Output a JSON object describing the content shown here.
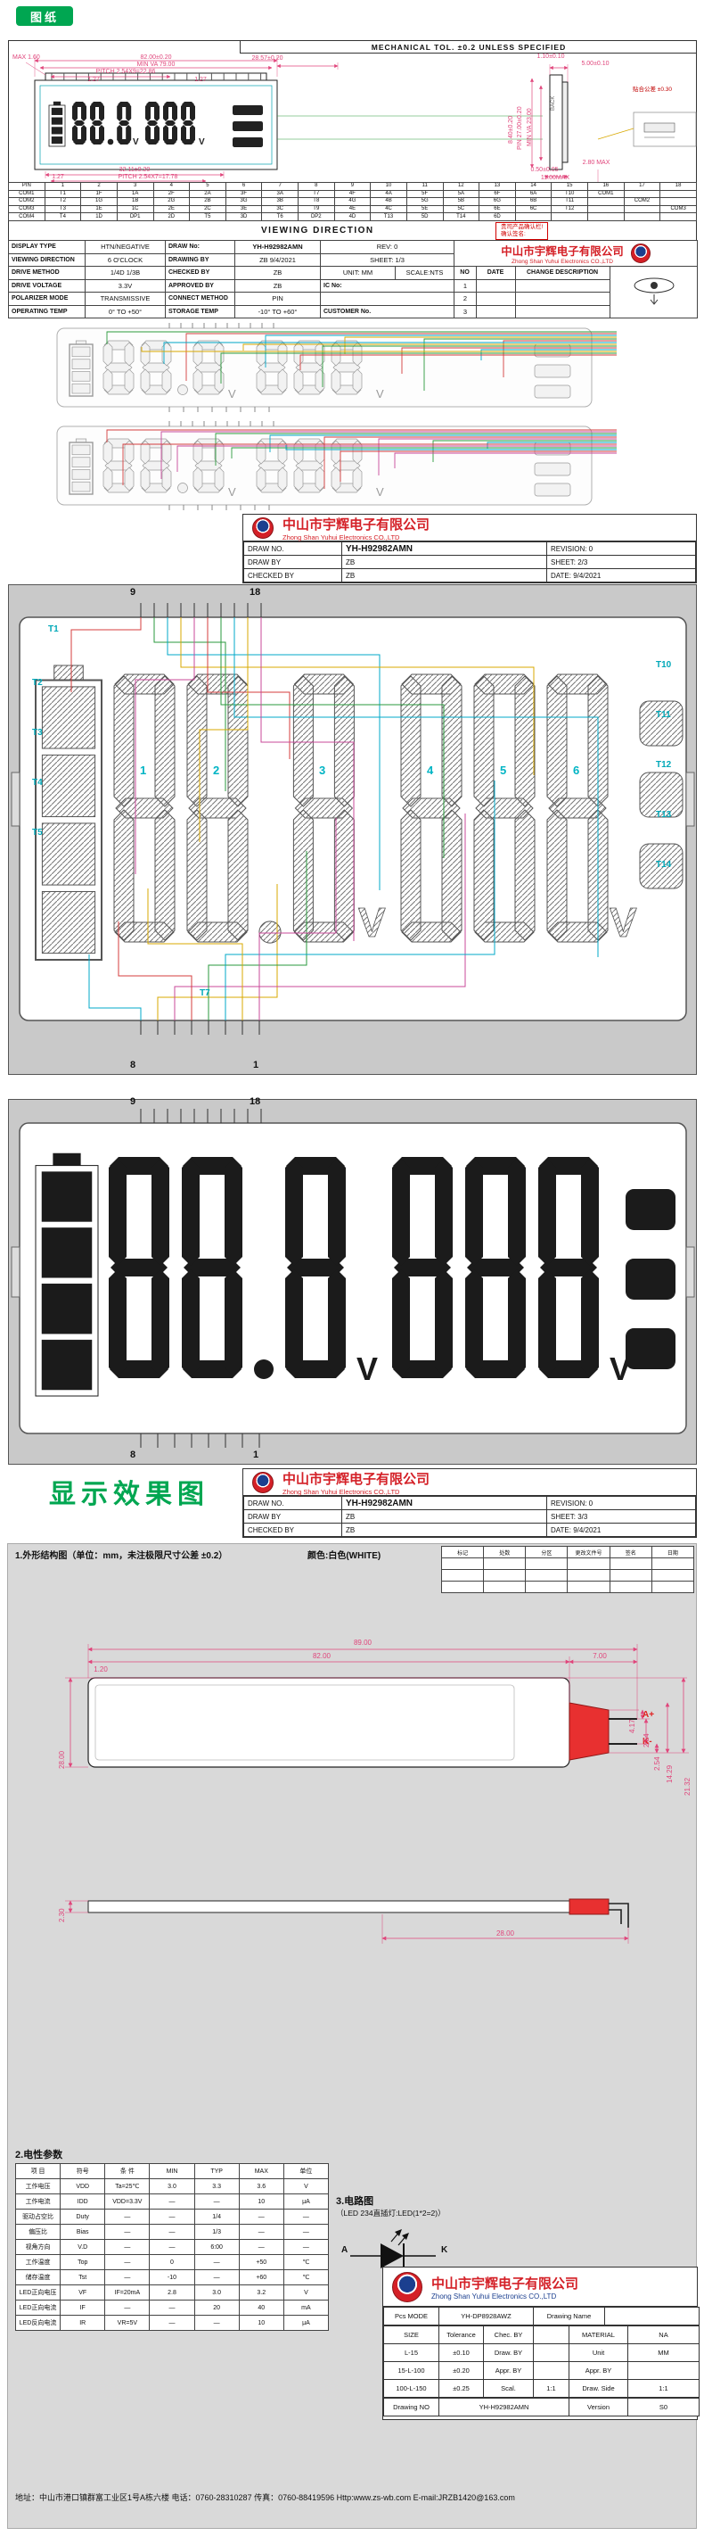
{
  "page": {
    "badge": "图纸",
    "address_line": "地址：中山市港口镇群富工业区1号A栋六楼  电话：0760-28310287  传真：0760-88419596  Http:www.zs-wb.com  E-mail:JRZB1420@163.com"
  },
  "company": {
    "name_cn": "中山市宇辉电子有限公司",
    "name_en": "Zhong Shan Yuhui Electronics  CO.,LTD"
  },
  "sheet1": {
    "tol_header": "MECHANICAL TOL. ±0.2 UNLESS SPECIFIED",
    "viewing_direction": "VIEWING DIRECTION",
    "confirm_line1": "贵司产品确认栏!",
    "confirm_line2": "确认签名:",
    "dims": {
      "front_width": "82.00±0.20",
      "front_va_width": "MIN VA 79.00",
      "pitch_top": "PITCH 2.54X9=22.86",
      "right_offset": "28.57±0.20",
      "pin_pitch_a": "1.27",
      "pin_pitch_b": "1.27",
      "max_160": "MAX 1.60",
      "bottom_width": "32.11±0.20",
      "bottom_offset": "1.27",
      "pitch_bottom": "PITCH 2.54X7=17.78",
      "side_d1": "1.10±0.10",
      "side_d2": "5.00±0.10",
      "side_h1": "PIN 27.00±0.20",
      "side_h2": "MIN VA 23.00",
      "side_h3": "8.40±0.20",
      "side_b1": "0.50±0.05",
      "side_b2": "2.80 MAX",
      "side_b3": "11.00MAX",
      "note": "贴合公差 ±0.30",
      "back_label": "BACK"
    },
    "pin_table": {
      "header": [
        "PIN",
        "1",
        "2",
        "3",
        "4",
        "5",
        "6",
        "7",
        "8",
        "9",
        "10",
        "11",
        "12",
        "13",
        "14",
        "15",
        "16",
        "17",
        "18"
      ],
      "rows": [
        {
          "label": "COM1",
          "cells": [
            "T1",
            "1F",
            "1A",
            "2F",
            "2A",
            "3F",
            "3A",
            "T7",
            "4F",
            "4A",
            "5F",
            "5A",
            "6F",
            "6A",
            "T10",
            "COM1",
            "",
            ""
          ]
        },
        {
          "label": "COM2",
          "cells": [
            "T2",
            "1G",
            "1B",
            "2G",
            "2B",
            "3G",
            "3B",
            "T8",
            "4G",
            "4B",
            "5G",
            "5B",
            "6G",
            "6B",
            "T11",
            "",
            "COM2",
            ""
          ]
        },
        {
          "label": "COM3",
          "cells": [
            "T3",
            "1E",
            "1C",
            "2E",
            "2C",
            "3E",
            "3C",
            "T9",
            "4E",
            "4C",
            "5E",
            "5C",
            "6E",
            "6C",
            "T12",
            "",
            "",
            "COM3"
          ]
        },
        {
          "label": "COM4",
          "cells": [
            "T4",
            "1D",
            "DP1",
            "2D",
            "T5",
            "3D",
            "T6",
            "DP2",
            "4D",
            "T13",
            "5D",
            "T14",
            "6D",
            "",
            "",
            "",
            "",
            ""
          ]
        }
      ]
    },
    "spec_table": {
      "display_type_label": "DISPLAY TYPE",
      "display_type": "HTN/NEGATIVE",
      "draw_no_label": "DRAW No:",
      "draw_no": "YH-H92982AMN",
      "rev": "REV:   0",
      "viewing_label": "VIEWING DIRECTION",
      "viewing": "6 O'CLOCK",
      "drawing_by_label": "DRAWING BY",
      "drawing_by": "ZB   9/4/2021",
      "sheet": "SHEET:  1/3",
      "drive_method_label": "DRIVE METHOD",
      "drive_method": "1/4D  1/3B",
      "checked_by_label": "CHECKED BY",
      "checked_by": "ZB",
      "unit": "UNIT: MM",
      "scale": "SCALE:NTS",
      "no_label": "NO",
      "date_label": "DATE",
      "change_label": "CHANGE DESCRIPTION",
      "drive_voltage_label": "DRIVE VOLTAGE",
      "drive_voltage": "3.3V",
      "approved_by_label": "APPROVED BY",
      "approved_by": "ZB",
      "ic_no_label": "IC No:",
      "row1_no": "1",
      "polarizer_label": "POLARIZER MODE",
      "polarizer": "TRANSMISSIVE",
      "connect_label": "CONNECT METHOD",
      "connect": "PIN",
      "row2_no": "2",
      "op_temp_label": "OPERATING TEMP",
      "op_temp": "0°  TO  +50°",
      "storage_label": "STORAGE TEMP",
      "storage": "-10° TO +60°",
      "customer_label": "CUSTOMER No.",
      "row3_no": "3"
    }
  },
  "sheet2": {
    "block": {
      "draw_no_label": "DRAW NO.",
      "draw_no": "YH-H92982AMN",
      "revision": "REVISION:  0",
      "draw_by_label": "DRAW BY",
      "draw_by": "ZB",
      "sheet": "SHEET:  2/3",
      "checked_by_label": "CHECKED BY",
      "checked_by": "ZB",
      "date": "DATE: 9/4/2021"
    }
  },
  "sheet3": {
    "block": {
      "draw_no_label": "DRAW NO.",
      "draw_no": "YH-H92982AMN",
      "revision": "REVISION:  0",
      "draw_by_label": "DRAW BY",
      "draw_by": "ZB",
      "sheet": "SHEET:  3/3",
      "checked_by_label": "CHECKED BY",
      "checked_by": "ZB",
      "date": "DATE: 9/4/2021"
    }
  },
  "bigseg": {
    "pin_top_left": "9",
    "pin_top_right": "18",
    "pin_bottom_left": "8",
    "pin_bottom_right": "1",
    "t_labels": [
      "T1",
      "T2",
      "T3",
      "T4",
      "T5",
      "T7",
      "T10",
      "T11",
      "T12",
      "T13",
      "T14"
    ],
    "digit_labels": [
      "1",
      "2",
      "3",
      "4",
      "5",
      "6"
    ]
  },
  "effect": {
    "title": "显示效果图",
    "pin_top_left": "9",
    "pin_top_right": "18",
    "pin_bottom_left": "8",
    "pin_bottom_right": "1",
    "left_value": "88.8",
    "left_unit": "V",
    "right_value": "888",
    "right_unit": "V",
    "battery_icon": "battery-4-bars",
    "signal_bars": 3
  },
  "outline": {
    "heading": "1.外形结构图（单位：mm，未注极限尺寸公差 ±0.2）",
    "color_note": "颜色:白色(WHITE)",
    "rev_table_header": [
      "标记",
      "处数",
      "分区",
      "更改文件号",
      "签名",
      "日期"
    ],
    "dims": {
      "d89": "89.00",
      "d82": "82.00",
      "d120": "1.20",
      "d700": "7.00",
      "d28": "28.00",
      "d417": "4.17",
      "d254a": "2.54",
      "d254b": "2.54",
      "d1429": "14.29",
      "d2132": "21.32",
      "d230": "2.30",
      "d28b": "28.00"
    },
    "pin_a": "A+",
    "pin_k": "K-"
  },
  "params": {
    "heading": "2.电性参数",
    "table": {
      "header": [
        "项 目",
        "符号",
        "条 件",
        "MIN",
        "TYP",
        "MAX",
        "单位"
      ],
      "rows": [
        [
          "工作电压",
          "VDD",
          "Ta=25℃",
          "3.0",
          "3.3",
          "3.6",
          "V"
        ],
        [
          "工作电流",
          "IDD",
          "VDD=3.3V",
          "—",
          "—",
          "10",
          "μA"
        ],
        [
          "驱动占空比",
          "Duty",
          "—",
          "—",
          "1/4",
          "—",
          "—"
        ],
        [
          "偏压比",
          "Bias",
          "—",
          "—",
          "1/3",
          "—",
          "—"
        ],
        [
          "视角方向",
          "V.D",
          "—",
          "—",
          "6:00",
          "—",
          "—"
        ],
        [
          "工作温度",
          "Top",
          "—",
          "0",
          "—",
          "+50",
          "℃"
        ],
        [
          "储存温度",
          "Tst",
          "—",
          "-10",
          "—",
          "+60",
          "℃"
        ],
        [
          "LED正向电压",
          "VF",
          "IF=20mA",
          "2.8",
          "3.0",
          "3.2",
          "V"
        ],
        [
          "LED正向电流",
          "IF",
          "—",
          "—",
          "20",
          "40",
          "mA"
        ],
        [
          "LED反向电流",
          "IR",
          "VR=5V",
          "—",
          "—",
          "10",
          "μA"
        ]
      ]
    }
  },
  "circuit": {
    "heading": "3.电路图",
    "subtitle": "（LED 234直插灯:LED(1*2=2)）",
    "anode": "A",
    "cathode": "K"
  },
  "titleblock": {
    "pcs_row": [
      "Pcs MODE",
      "YH-DP8928AWZ",
      "Drawing Name",
      ""
    ],
    "grid": [
      [
        "SIZE",
        "Tolerance",
        "Chec. BY",
        "",
        "MATERIAL",
        "NA"
      ],
      [
        "L-15",
        "±0.10",
        "Draw. BY",
        "",
        "Unit",
        "MM"
      ],
      [
        "15-L-100",
        "±0.20",
        "Appr. BY",
        "",
        "Appr. BY",
        ""
      ],
      [
        "100-L-150",
        "±0.25",
        "Scal.",
        "1:1",
        "Draw. Side",
        "1:1"
      ]
    ],
    "bottom_row": {
      "no_label": "Drawing NO",
      "no": "YH-H92982AMN",
      "version_label": "Version",
      "version": "S0"
    }
  },
  "palette": {
    "accent_green": "#00a651",
    "dim": "#e0457b",
    "logo_red": "#d42027",
    "logo_blue": "#1b3f8f",
    "label_cyan": "#00a8b8",
    "panel_gray": "#c9c9c9",
    "lcd_dark": "#1b1b1b",
    "connector_red": "#e83030",
    "highlight_cyan": "#9fd8d8",
    "wire_red": "#d43d3d",
    "wire_green": "#2a9a3c",
    "wire_cyan": "#00a8c8",
    "wire_yellow": "#d8a800",
    "wire_magenta": "#c8489a"
  }
}
